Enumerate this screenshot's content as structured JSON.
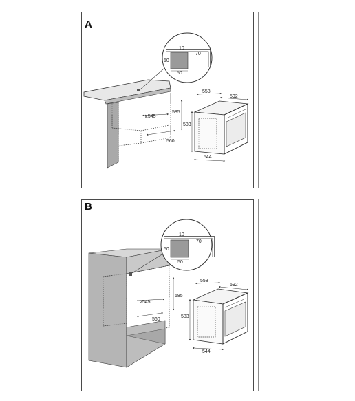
{
  "panel_a": {
    "letter": "A",
    "inset": {
      "d10": "10",
      "d70": "70",
      "d50v": "50",
      "d50h": "50"
    },
    "cabinet": {
      "d545": "≥545",
      "d585": "585",
      "d560": "560"
    },
    "oven": {
      "d558": "558",
      "d592": "592",
      "d583": "583",
      "d544": "544"
    }
  },
  "panel_b": {
    "letter": "B",
    "inset": {
      "d10": "10",
      "d70": "70",
      "d50v": "50",
      "d50h": "50"
    },
    "cabinet": {
      "d545": "≥545",
      "d585": "585",
      "d560": "560"
    },
    "oven": {
      "d558": "558",
      "d592": "592",
      "d583": "583",
      "d544": "544"
    }
  },
  "colors": {
    "panel_fill": "#e4e4e4",
    "panel_dark": "#9a9a9a",
    "line": "#333333",
    "dotted": "#444444"
  }
}
